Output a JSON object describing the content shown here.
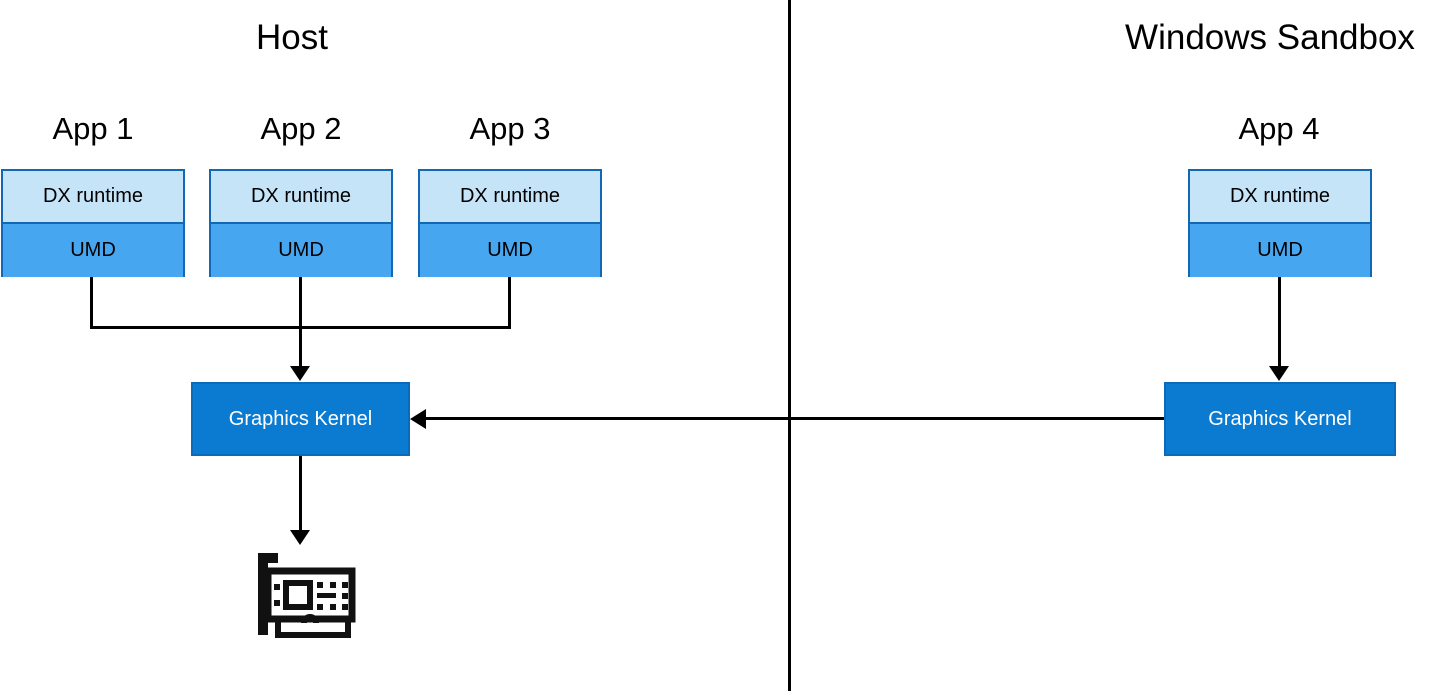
{
  "diagram": {
    "type": "architecture-block-diagram",
    "title_host": "Host",
    "title_sandbox": "Windows Sandbox",
    "colors": {
      "dx_runtime_fill": "#C6E4F8",
      "umd_fill": "#47A6F0",
      "box_border": "#1268B3",
      "kernel_fill": "#0B7AD1",
      "kernel_text": "#FFFFFF",
      "line": "#000000",
      "background": "#FFFFFF"
    },
    "host": {
      "label": "Host",
      "apps": [
        {
          "title": "App 1",
          "dx_runtime": "DX runtime",
          "umd": "UMD"
        },
        {
          "title": "App 2",
          "dx_runtime": "DX runtime",
          "umd": "UMD"
        },
        {
          "title": "App 3",
          "dx_runtime": "DX runtime",
          "umd": "UMD"
        }
      ],
      "kernel": "Graphics Kernel",
      "device_icon": "gpu-card-icon"
    },
    "sandbox": {
      "label": "Windows Sandbox",
      "apps": [
        {
          "title": "App 4",
          "dx_runtime": "DX runtime",
          "umd": "UMD"
        }
      ],
      "kernel": "Graphics Kernel"
    },
    "connections": [
      {
        "from": "host-app1-umd",
        "to": "host-graphics-kernel",
        "style": "elbow"
      },
      {
        "from": "host-app2-umd",
        "to": "host-graphics-kernel",
        "style": "straight-arrow-down"
      },
      {
        "from": "host-app3-umd",
        "to": "host-graphics-kernel",
        "style": "elbow"
      },
      {
        "from": "sandbox-app4-umd",
        "to": "sandbox-graphics-kernel",
        "style": "straight-arrow-down"
      },
      {
        "from": "sandbox-graphics-kernel",
        "to": "host-graphics-kernel",
        "style": "straight-arrow-left"
      },
      {
        "from": "host-graphics-kernel",
        "to": "gpu-card-icon",
        "style": "straight-arrow-down"
      }
    ]
  }
}
